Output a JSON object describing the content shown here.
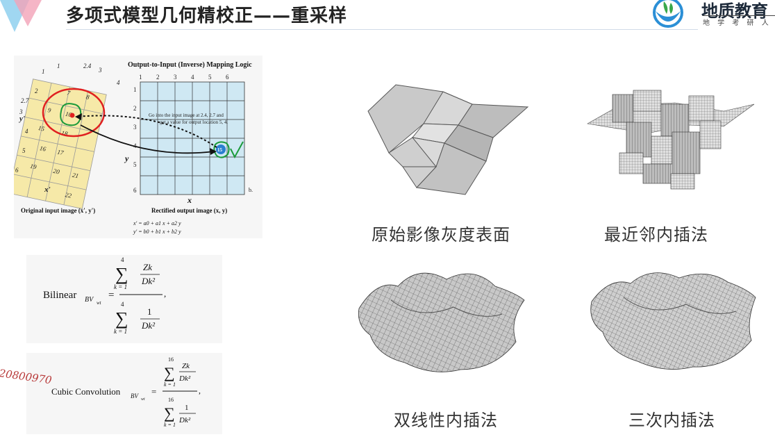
{
  "header": {
    "title": "多项式模型几何精校正——重采样",
    "logo_text": "地质教育",
    "logo_sub": "地 学 考 研 人 的"
  },
  "mapping_figure": {
    "title": "Output-to-Input (Inverse) Mapping Logic",
    "note_line1": "Go into the input image at 2.4, 2.7 and",
    "note_line2": "get a value for output location 5, 4.",
    "left_caption": "Original input image (x', y')",
    "right_caption": "Rectified output image (x, y)",
    "eq1": "x' = a0 + a1 x + a2 y",
    "eq2": "y' = b0 + b1 x + b2 y",
    "x_ticks": [
      "1",
      "2",
      "3",
      "4",
      "5",
      "6"
    ],
    "y_ticks": [
      "1",
      "2",
      "3",
      "4",
      "5",
      "6"
    ],
    "x_label": "x",
    "y_label": "y",
    "x_prime": "x'",
    "y_prime": "y'",
    "panel_b": "b.",
    "pixel_label": "15",
    "input_top_labels": [
      "1",
      "2.4",
      "3",
      "4"
    ],
    "input_left_labels": [
      "1",
      "2",
      "2.7",
      "3",
      "4",
      "5",
      "6"
    ],
    "input_cell_values": [
      "7",
      "8",
      "9",
      "10",
      "15",
      "16",
      "17",
      "18",
      "19",
      "20",
      "21",
      "22"
    ]
  },
  "formulas": {
    "bilinear_name": "Bilinear",
    "bilinear_sub": "BV",
    "bilinear_sub2": "wt",
    "cubic_name": "Cubic Convolution",
    "cubic_sub": "BV",
    "cubic_sub2": "wt",
    "sum_upper_bilinear": "4",
    "sum_upper_cubic": "16",
    "sum_lower": "k = 1",
    "numerator": "Zk",
    "denominator": "Dk²",
    "one": "1"
  },
  "watermark": "20800970",
  "captions": {
    "original": "原始影像灰度表面",
    "nearest": "最近邻内插法",
    "bilinear": "双线性内插法",
    "cubic": "三次内插法"
  },
  "colors": {
    "grid_fill": "#cfe8f3",
    "input_fill": "#f6e9a8",
    "red_circle": "#e02020",
    "green_outline": "#1a9a3a",
    "pixel_blue": "#2a7fd0",
    "title_rule": "#d0dbe8"
  }
}
